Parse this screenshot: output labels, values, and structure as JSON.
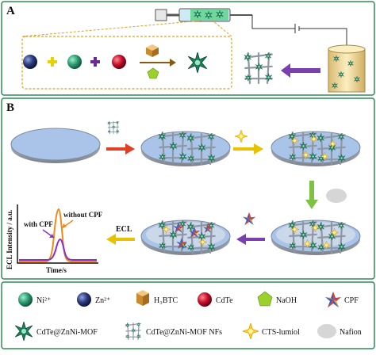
{
  "panels": {
    "a": "A",
    "b": "B"
  },
  "chart_labels": {
    "ylabel": "ECL Intensity / a.u.",
    "xlabel": "Time/s",
    "with": "with CPF",
    "without": "without CPF"
  },
  "step_label": "ECL",
  "legend": {
    "ni": "Ni²⁺",
    "zn": "Zn²⁺",
    "h3btc": "H₃BTC",
    "cdte": "CdTe",
    "naoh": "NaOH",
    "cpf": "CPF",
    "mof": "CdTe@ZnNi-MOF",
    "nfs": "CdTe@ZnNi-MOF NFs",
    "luminol": "CTS-lumiol",
    "nafion": "Nafion"
  },
  "colors": {
    "frame": "#2e8b57",
    "ni": "#2f9e76",
    "zn": "#2c3b7c",
    "cdte": "#c8102e",
    "naoh": "#9bd12b",
    "plus_yellow": "#e8d100",
    "plus_purple": "#6a2c91",
    "arrow_purple": "#7b3fb0",
    "arrow_red": "#e04026",
    "arrow_yellow": "#e8c200",
    "arrow_green": "#7dc242",
    "electrode": "#a9c4e8",
    "curve_without": "#f08a1c",
    "curve_with": "#8b2fc9"
  },
  "chart_data": {
    "type": "line",
    "title": "",
    "xlabel": "Time/s",
    "ylabel": "ECL Intensity / a.u.",
    "series": [
      {
        "name": "without CPF",
        "shape": "single peak, higher"
      },
      {
        "name": "with CPF",
        "shape": "single peak, lower"
      }
    ]
  }
}
